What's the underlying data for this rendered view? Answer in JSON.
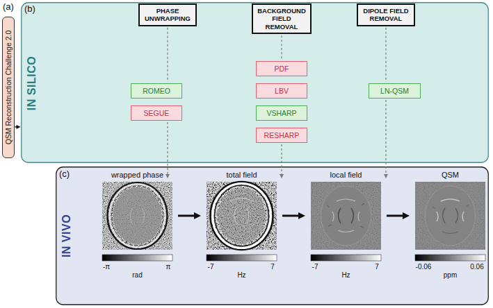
{
  "diagram": {
    "nodes": [
      {
        "text": [
          "QSM Reconstruction Challenge 2.0"
        ]
      },
      {
        "text": [
          "IN SILICO"
        ]
      },
      {
        "text": [
          "PHASE UNWRAPPING"
        ],
        "in": 1
      },
      {
        "text": [
          "ROMEO"
        ],
        "in": 1
      },
      {
        "text": [
          "SEGUE"
        ],
        "in": 1
      },
      {
        "text": [
          "BACKGROUND FIELD REMOVAL"
        ],
        "in": 1
      },
      {
        "text": [
          "PDF"
        ],
        "in": 1
      },
      {
        "text": [
          "LBV"
        ],
        "in": 1
      },
      {
        "text": [
          "VSHARP"
        ],
        "in": 1
      },
      {
        "text": [
          "RESHARP"
        ],
        "in": 1
      },
      {
        "text": [
          "DIPOLE FIELD REMOVAL"
        ],
        "in": 1
      },
      {
        "text": [
          "LN-QSM"
        ],
        "in": 1
      },
      {
        "text": [
          "IN VIVO"
        ]
      },
      {
        "text": [
          "wrapped phase"
        ],
        "in": 12
      },
      {
        "text": [
          "total field"
        ],
        "in": 12
      },
      {
        "text": [
          "local field"
        ],
        "in": 12
      },
      {
        "text": [
          "QSM"
        ],
        "in": 12
      }
    ],
    "edges": [
      {
        "from": 0,
        "to": 1,
        "arrow": "to"
      },
      {
        "from": 13,
        "to": 14,
        "arrow": "to"
      },
      {
        "from": 14,
        "to": 15,
        "arrow": "to"
      },
      {
        "from": 15,
        "to": 16,
        "arrow": "to"
      }
    ],
    "labels": [
      "(a)",
      "(b)",
      "(c)",
      "-π",
      "π",
      "rad",
      "-7",
      "7",
      "Hz",
      "-7",
      "7",
      "Hz",
      "-0.06",
      "0.06",
      "ppm"
    ]
  }
}
